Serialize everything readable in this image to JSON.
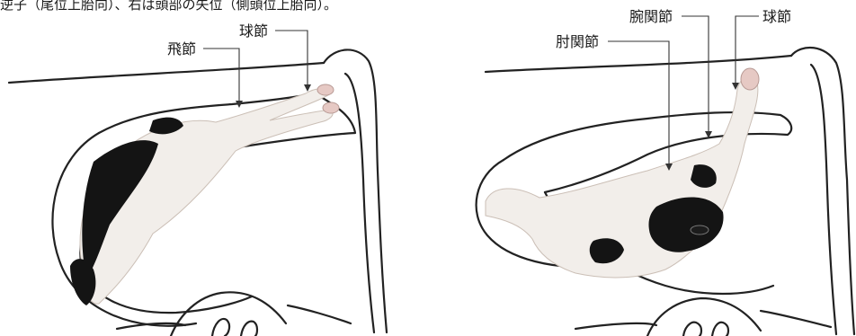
{
  "caption": "逆子（尾位上胎向）、右は頭部の失位（側頭位上胎向）。",
  "left_panel": {
    "labels": {
      "hock": "飛節",
      "fetlock": "球節"
    }
  },
  "right_panel": {
    "labels": {
      "elbow": "肘関節",
      "carpus": "腕関節",
      "fetlock": "球節"
    }
  },
  "colors": {
    "outline": "#222222",
    "calf_white": "#f2eeea",
    "calf_black": "#141414",
    "hoof": "#e6c9c4"
  }
}
